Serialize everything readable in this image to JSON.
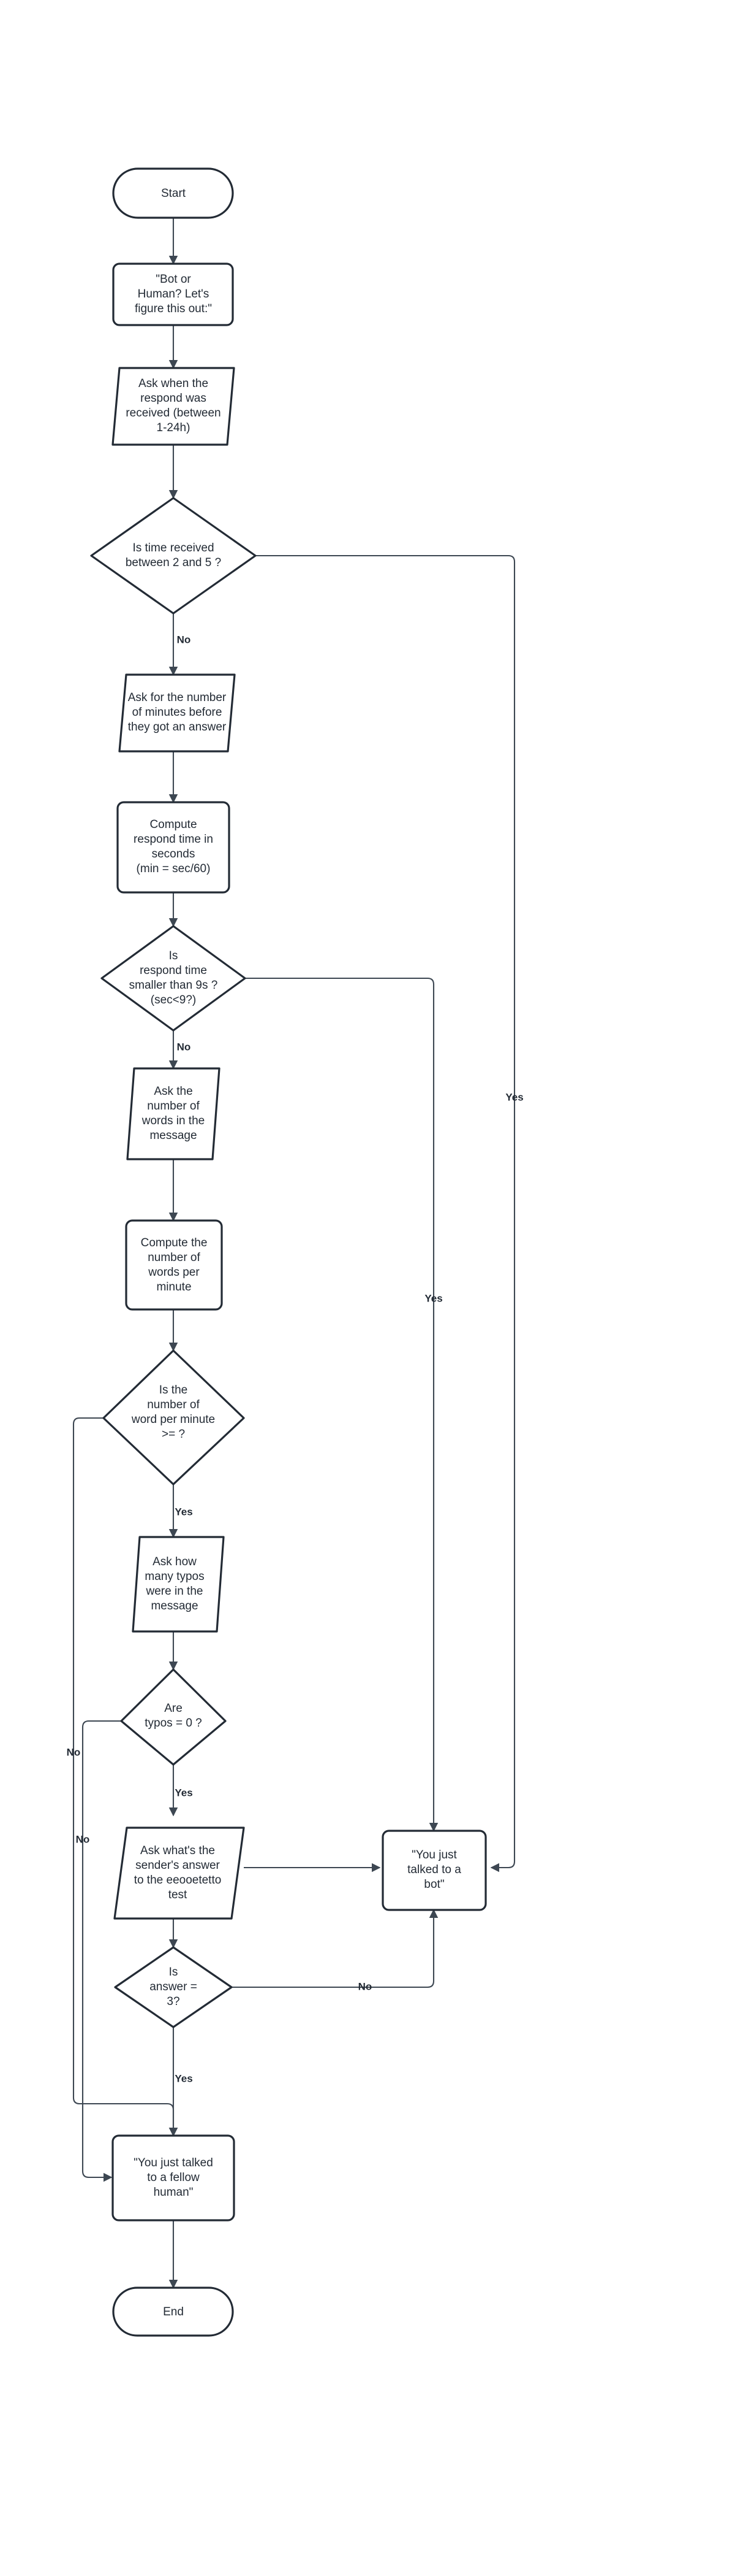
{
  "diagram": {
    "title": "Bot or Human decision flowchart",
    "background_color": "#ffffff",
    "node_stroke_color": "#232b35",
    "edge_stroke_color": "#3d4752",
    "text_color": "#232b35"
  },
  "nodes": {
    "start": {
      "shape": "terminator",
      "label": "Start"
    },
    "intro_message": {
      "shape": "process",
      "label": "\"Bot or Human? Let's figure this out:\""
    },
    "ask_time_received": {
      "shape": "parallelogram",
      "label": "Ask when the respond was received (between 1-24h)"
    },
    "decide_time_range": {
      "shape": "decision",
      "label": "Is time received between 2 and 5 ?"
    },
    "ask_minutes": {
      "shape": "parallelogram",
      "label": "Ask for the number of minutes before they got an answer"
    },
    "compute_seconds": {
      "shape": "process",
      "label": "Compute respond time in seconds (min = sec/60)"
    },
    "decide_respond_time": {
      "shape": "decision",
      "label": "Is respond time smaller than 9s ? (sec<9?)"
    },
    "ask_words": {
      "shape": "parallelogram",
      "label": "Ask the number of words in the message"
    },
    "compute_wpm": {
      "shape": "process",
      "label": "Compute the number of words per minute"
    },
    "decide_wpm": {
      "shape": "decision",
      "label": "Is the number of word per minute >= ?"
    },
    "ask_typos": {
      "shape": "parallelogram",
      "label": "Ask how many typos were in the message"
    },
    "decide_typos": {
      "shape": "decision",
      "label": "Are typos = 0 ?"
    },
    "ask_eeooetetto": {
      "shape": "parallelogram",
      "label": "Ask what's the sender's answer to the eeooetetto test"
    },
    "decide_answer": {
      "shape": "decision",
      "label": "Is answer = 3?"
    },
    "result_bot": {
      "shape": "process",
      "label": "\"You just talked to a bot\""
    },
    "result_human": {
      "shape": "process",
      "label": "\"You just talked to a fellow human\""
    },
    "end": {
      "shape": "terminator",
      "label": "End"
    }
  },
  "node_lines": {
    "start": [
      "Start"
    ],
    "intro_message": [
      "\"Bot or",
      "Human? Let's",
      "figure this out:\""
    ],
    "ask_time_received": [
      "Ask when the",
      "respond was",
      "received (between",
      "1-24h)"
    ],
    "decide_time_range": [
      "Is time received",
      "between 2 and 5 ?"
    ],
    "ask_minutes": [
      "Ask for the number",
      "of minutes before",
      "they got an answer"
    ],
    "compute_seconds": [
      "Compute",
      "respond time in",
      "seconds",
      "(min = sec/60)"
    ],
    "decide_respond_time": [
      "Is",
      "respond time",
      "smaller than 9s ?",
      "(sec<9?)"
    ],
    "ask_words": [
      "Ask the",
      "number of",
      "words in the",
      "message"
    ],
    "compute_wpm": [
      "Compute the",
      "number of",
      "words per",
      "minute"
    ],
    "decide_wpm": [
      "Is the",
      "number of",
      "word per minute",
      ">= ?"
    ],
    "ask_typos": [
      "Ask how",
      "many typos",
      "were in the",
      "message"
    ],
    "decide_typos": [
      "Are",
      "typos = 0 ?"
    ],
    "ask_eeooetetto": [
      "Ask what's the",
      "sender's answer",
      "to the eeooetetto",
      "test"
    ],
    "decide_answer": [
      "Is",
      "answer =",
      "3?"
    ],
    "result_bot": [
      "\"You just",
      "talked to a",
      "bot\""
    ],
    "result_human": [
      "\"You just talked",
      "to a fellow",
      "human\""
    ],
    "end": [
      "End"
    ]
  },
  "edges": [
    {
      "from": "start",
      "to": "intro_message",
      "label": ""
    },
    {
      "from": "intro_message",
      "to": "ask_time_received",
      "label": ""
    },
    {
      "from": "ask_time_received",
      "to": "decide_time_range",
      "label": ""
    },
    {
      "from": "decide_time_range",
      "to": "ask_minutes",
      "label": "No"
    },
    {
      "from": "decide_time_range",
      "to": "result_bot",
      "label": "Yes"
    },
    {
      "from": "ask_minutes",
      "to": "compute_seconds",
      "label": ""
    },
    {
      "from": "compute_seconds",
      "to": "decide_respond_time",
      "label": ""
    },
    {
      "from": "decide_respond_time",
      "to": "ask_words",
      "label": "No"
    },
    {
      "from": "decide_respond_time",
      "to": "result_bot",
      "label": "Yes"
    },
    {
      "from": "ask_words",
      "to": "compute_wpm",
      "label": ""
    },
    {
      "from": "compute_wpm",
      "to": "decide_wpm",
      "label": ""
    },
    {
      "from": "decide_wpm",
      "to": "ask_typos",
      "label": "Yes"
    },
    {
      "from": "decide_wpm",
      "to": "result_human",
      "label": "No"
    },
    {
      "from": "ask_typos",
      "to": "decide_typos",
      "label": ""
    },
    {
      "from": "decide_typos",
      "to": "ask_eeooetetto",
      "label": "Yes"
    },
    {
      "from": "decide_typos",
      "to": "result_human",
      "label": "No"
    },
    {
      "from": "ask_eeooetetto",
      "to": "decide_answer",
      "label": ""
    },
    {
      "from": "ask_eeooetetto",
      "to": "result_bot",
      "label": ""
    },
    {
      "from": "decide_answer",
      "to": "result_human",
      "label": "Yes"
    },
    {
      "from": "decide_answer",
      "to": "result_bot",
      "label": "No"
    },
    {
      "from": "result_human",
      "to": "end",
      "label": ""
    }
  ],
  "edge_labels": {
    "time_no": "No",
    "time_yes": "Yes",
    "respond_no": "No",
    "respond_yes": "Yes",
    "wpm_yes": "Yes",
    "wpm_no": "No",
    "typos_yes": "Yes",
    "typos_no": "No",
    "answer_yes": "Yes",
    "answer_no": "No"
  }
}
